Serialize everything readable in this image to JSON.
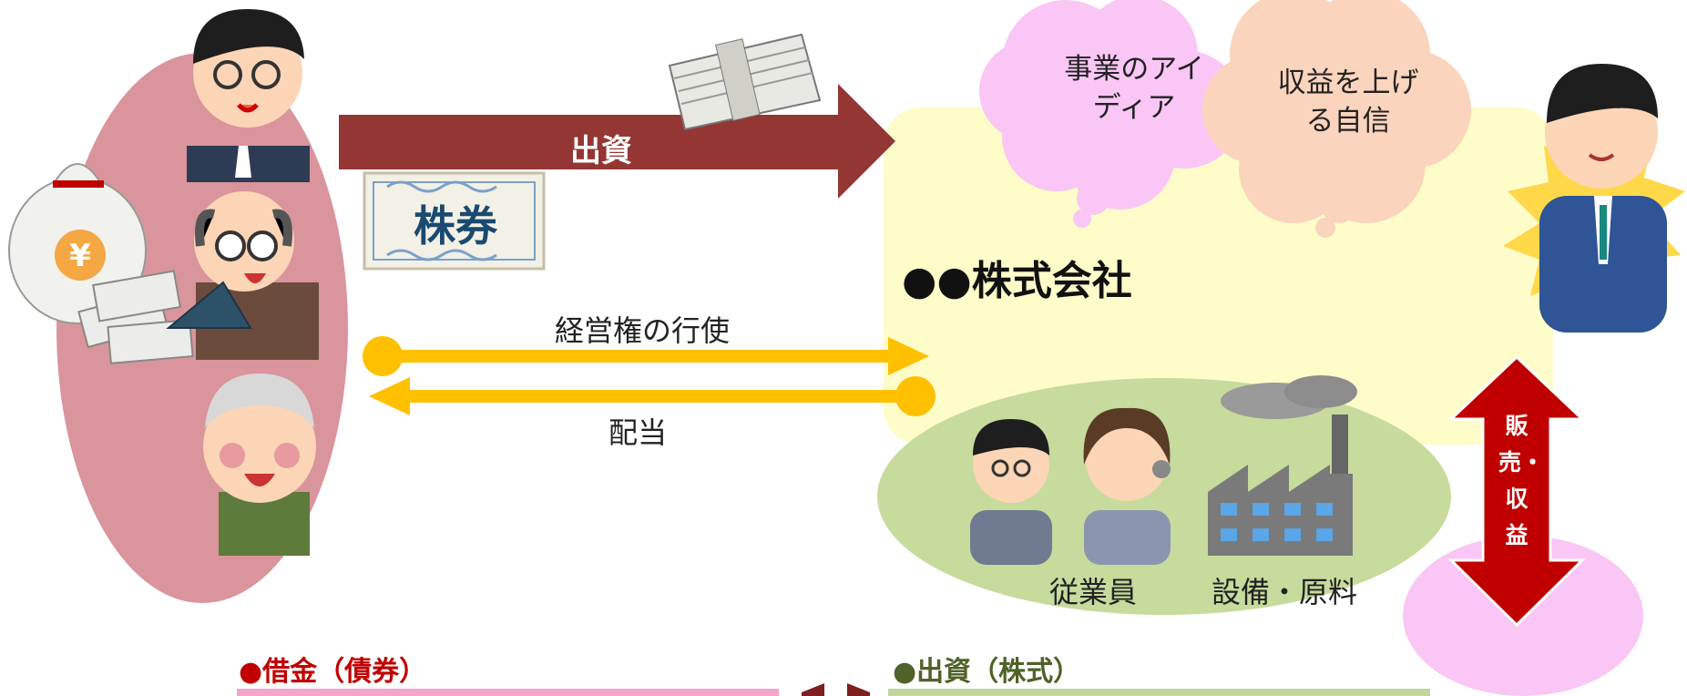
{
  "arrows": {
    "investment_label": "出資",
    "management_label": "経営権の行使",
    "dividend_label": "配当",
    "sales_label": "販売・収益"
  },
  "certificate": {
    "text": "株券"
  },
  "company": {
    "name": "●●株式会社"
  },
  "thoughts": {
    "business_idea": "事業のアイディア",
    "profit_confidence": "収益を上げる自信"
  },
  "resources": {
    "employees": "従業員",
    "equipment": "設備・原料"
  },
  "bottom": {
    "loan_title": "●借金（債券）",
    "equity_title": "●出資（株式）"
  },
  "colors": {
    "investor_ellipse": "#d9959b",
    "invest_arrow": "#943634",
    "gold_arrow": "#ffc000",
    "company_bg": "#fefcc8",
    "resource_ellipse": "#c6db9c",
    "thought_pink": "#f9c6f5",
    "thought_peach": "#fbd4bd",
    "sales_arrow": "#c00000",
    "loan_title": "#c00000",
    "equity_title": "#4f6228",
    "loan_bar": "#f4a6c8",
    "equity_bar": "#c3d69b"
  }
}
